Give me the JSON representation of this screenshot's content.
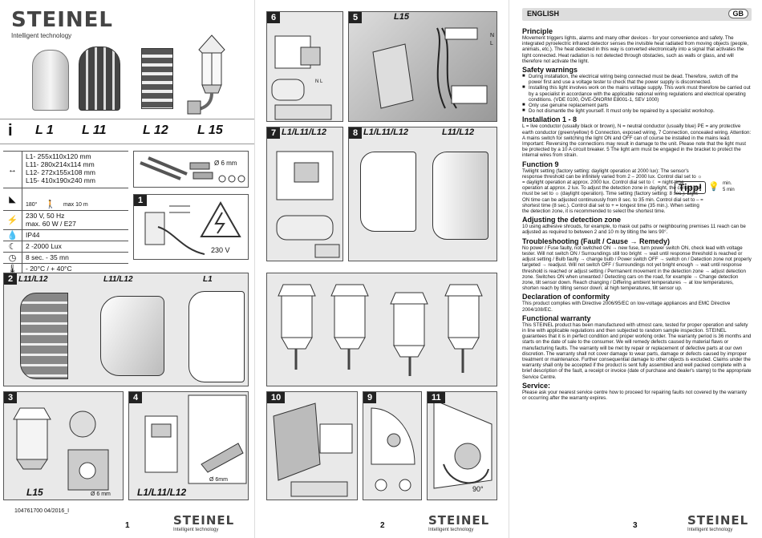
{
  "brand": {
    "name": "STEINEL",
    "tagline": "Intelligent technology"
  },
  "page1": {
    "models": [
      "L 1",
      "L 11",
      "L 12",
      "L 15"
    ],
    "info_icon": "i",
    "dimensions": [
      "L1-  255x110x120 mm",
      "L11- 280x214x114 mm",
      "L12- 272x155x108 mm",
      "L15- 410x190x240 mm"
    ],
    "angle": "180°",
    "range": "max 10 m",
    "power": [
      "230 V, 50 Hz",
      "max. 60 W / E27"
    ],
    "ip": "IP44",
    "lux": "2 -2000 Lux",
    "time": "8 sec. - 35 mn",
    "temp": "- 20°C / + 40°C",
    "screw_dia": "Ø 6 mm",
    "voltage": "230 V",
    "step1": "1",
    "step2": "2",
    "step2_labels": [
      "L11/L12",
      "L11/L12",
      "L1"
    ],
    "step3": "3",
    "step3_label": "L15",
    "step3_dia": "Ø 6 mm",
    "step4": "4",
    "step4_label": "L1/L11/L12",
    "step4_dia": "Ø 6mm",
    "doc_code": "104761700  04/2016_I",
    "page_number": "1"
  },
  "page2": {
    "step5": "5",
    "step5_label": "L15",
    "step6": "6",
    "step7": "7",
    "step7_label": "L1/L11/L12",
    "step8": "8",
    "step8_labels": [
      "L1/L11/L12",
      "L11/L12"
    ],
    "step10": "10",
    "step9": "9",
    "step11": "11",
    "angle": "90°",
    "n_label": "N",
    "l_label": "L",
    "page_number": "2"
  },
  "page3": {
    "language": "ENGLISH",
    "lang_code": "GB",
    "sections": [
      {
        "title": "Principle",
        "body": "Movement triggers lights, alarms and many other devices - for your convenience and safety. The integrated pyroelectric infrared detector senses the invisible heat radiated from moving objects (people, animals, etc.). The heat detected in this way is converted electronically into a signal that activates the light connected. Heat radiation is not detected through obstacles, such as walls or glass, and will therefore not activate the light."
      },
      {
        "title": "Safety warnings",
        "items": [
          "During installation, the electrical wiring being connected must be dead. Therefore, switch off the power first and use a voltage tester to check that the power supply is disconnected.",
          "Installing this light involves work on the mains voltage supply. This work must therefore be carried out by a specialist in accordance with the applicable national wiring regulations and electrical operating conditions. (VDE 0100, ÖVE-ÖNORM E8001-1, SEV 1000)",
          "Only use genuine replacement parts",
          "Do not dismantle the light yourself. It must only be repaired by a specialist workshop."
        ]
      },
      {
        "title": "Installation 1 - 8",
        "body": "L = live conductor (usually black or brown), N = neutral conductor (usually blue) PE = any protective earth conductor (green/yellow) 6 Connection, exposed wiring, 7 Connection, concealed wiring. Attention: A mains switch for switching the light ON and OFF can of course be installed in the mains lead. Important: Reversing the connections may result in damage to the unit. Please note that the light must be protected by a 10 A circuit breaker. 5 The light arm must be engaged in the bracket to protect the internal wires from strain."
      },
      {
        "title": "Function 9",
        "body": "Twilight setting (factory setting: daylight operation at 2000 lux): The sensor's response threshold can be infinitely varied from 2 – 2000 lux. Control dial set to ☼ = daylight operation at approx. 2000 lux. Control dial set to ☾ = night-time operation at approx. 2 lux. To adjust the detection zone in daylight, the control dial must be set to ☼ (daylight operation). Time setting (factory setting: 8 sec.): Light ON time can be adjusted continuously from 8 sec. to 35 min. Control dial set to – = shortest time (8 sec.). Control dial set to + = longest time (35 min.). When setting the detection zone, it is recommended to select the shortest time."
      },
      {
        "title": "Adjusting the detection zone",
        "body": "10 using adhesive shrouds, for example, to mask out paths or neighbouring premises 11 reach can be adjusted as required to between 2 and 10 m by tilting the lens 90°."
      },
      {
        "title": "Troubleshooting (Fault / Cause → Remedy)",
        "body": "No power / Fuse faulty, not switched ON → new fuse, turn power switch ON, check lead with voltage tester. Will not switch ON / Surroundings still too bright → wait until response threshold is reached or adjust setting / Bulb faulty → change bulb / Power switch OFF → switch on / Detection zone not properly targeted → readjust. Will not switch OFF / Surroundings not yet bright enough → wait until response threshold is reached or adjust setting / Permanent movement in the detection zone → adjust detection zone. Switches ON when unwanted / Detecting cars on the road, for example → Change detection zone, tilt sensor down. Reach changing / Differing ambient temperatures → at low temperatures, shorten reach by tilting sensor down; at high temperatures, tilt sensor up."
      },
      {
        "title": "Declaration of conformity",
        "body": "This product complies with Directive 2006/95/EC on low-voltage appliances and EMC Directive 2004/108/EC."
      },
      {
        "title": "Functional warranty",
        "body": "This STEINEL product has been manufactured with utmost care, tested for proper operation and safety in line with applicable regulations and then subjected to random sample inspection. STEINEL guarantees that it is in perfect condition and proper working order. The warranty period is 36 months and starts on the date of sale to the consumer. We will remedy defects caused by material flaws or manufacturing faults. The warranty will be met by repair or replacement of defective parts at our own discretion. The warranty shall not cover damage to wear parts, damage or defects caused by improper treatment or maintenance. Further consequential damage to other objects is excluded. Claims under the warranty shall only be accepted if the product is sent fully assembled and well packed complete with a brief description of the fault, a receipt or invoice (date of purchase and dealer's stamp) to the appropriate Service Centre."
      },
      {
        "title": "Service:",
        "body": "Please ask your nearest service centre how to proceed for repairing faults not covered by the warranty or occurring after the warranty expires."
      }
    ],
    "tipp": "Tipp!",
    "tipp_times": [
      "min.",
      "5 min"
    ],
    "page_number": "3"
  }
}
